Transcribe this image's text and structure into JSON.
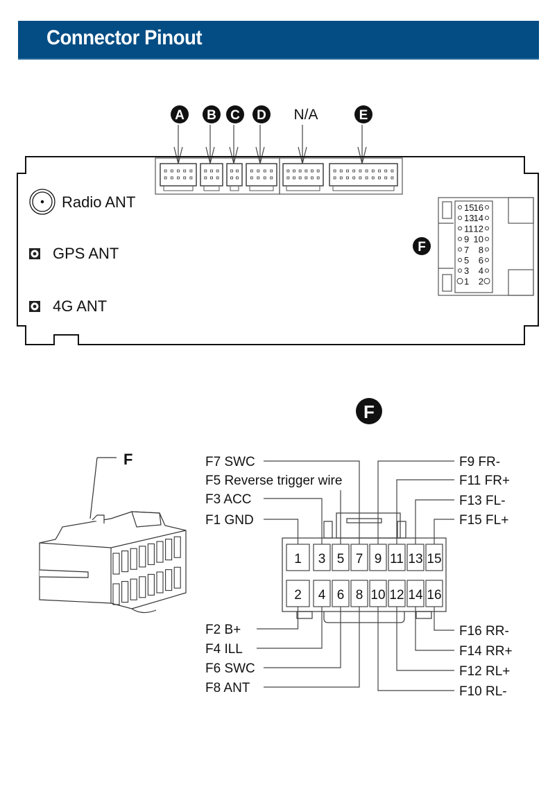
{
  "header": {
    "title": "Connector Pinout",
    "color": "#034d84"
  },
  "unit_diagram": {
    "connectors_top": [
      {
        "id": "A",
        "label": "A",
        "badge": true
      },
      {
        "id": "B",
        "label": "B",
        "badge": true
      },
      {
        "id": "C",
        "label": "C",
        "badge": true
      },
      {
        "id": "D",
        "label": "D",
        "badge": true
      },
      {
        "id": "NA",
        "label": "N/A",
        "badge": false
      },
      {
        "id": "E",
        "label": "E",
        "badge": true
      }
    ],
    "antennas": [
      {
        "label": "Radio ANT",
        "icon": "radio-antenna-jack-icon"
      },
      {
        "label": "GPS ANT",
        "icon": "gps-antenna-jack-icon"
      },
      {
        "label": "4G ANT",
        "icon": "4g-antenna-jack-icon"
      }
    ],
    "connector_f": {
      "badge": "F",
      "pin_rows": [
        [
          "15",
          "16"
        ],
        [
          "13",
          "14"
        ],
        [
          "11",
          "12"
        ],
        [
          "9",
          "10"
        ],
        [
          "7",
          "8"
        ],
        [
          "5",
          "6"
        ],
        [
          "3",
          "4"
        ],
        [
          "1",
          "2"
        ]
      ]
    }
  },
  "pinout": {
    "badge": "F",
    "plug_label": "F",
    "top_row": [
      "1",
      "3",
      "5",
      "7",
      "9",
      "11",
      "13",
      "15"
    ],
    "bottom_row": [
      "2",
      "4",
      "6",
      "8",
      "10",
      "12",
      "14",
      "16"
    ],
    "left_top_labels": [
      {
        "pin": "7",
        "text": "F7 SWC"
      },
      {
        "pin": "5",
        "text": "F5 Reverse trigger wire"
      },
      {
        "pin": "3",
        "text": "F3 ACC"
      },
      {
        "pin": "1",
        "text": "F1 GND"
      }
    ],
    "right_top_labels": [
      {
        "pin": "9",
        "text": "F9 FR-"
      },
      {
        "pin": "11",
        "text": "F11 FR+"
      },
      {
        "pin": "13",
        "text": "F13 FL-"
      },
      {
        "pin": "15",
        "text": "F15 FL+"
      }
    ],
    "left_bottom_labels": [
      {
        "pin": "2",
        "text": "F2 B+"
      },
      {
        "pin": "4",
        "text": "F4 ILL"
      },
      {
        "pin": "6",
        "text": "F6 SWC"
      },
      {
        "pin": "8",
        "text": "F8 ANT"
      }
    ],
    "right_bottom_labels": [
      {
        "pin": "16",
        "text": "F16 RR-"
      },
      {
        "pin": "14",
        "text": "F14 RR+"
      },
      {
        "pin": "12",
        "text": "F12 RL+"
      },
      {
        "pin": "10",
        "text": "F10 RL-"
      }
    ]
  }
}
